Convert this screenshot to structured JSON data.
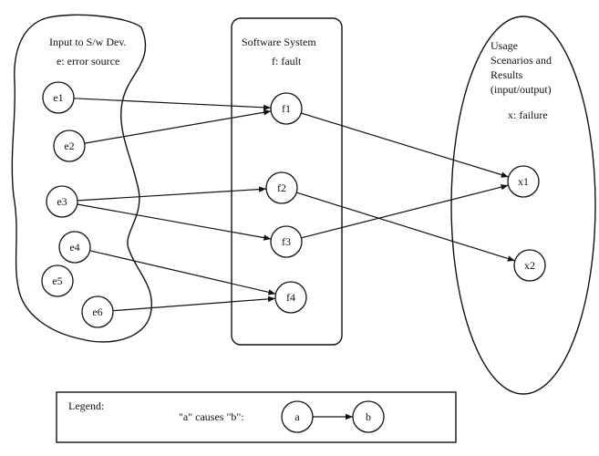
{
  "regions": {
    "input": {
      "title": "Input to S/w Dev.",
      "subtitle": "e: error source"
    },
    "software": {
      "title": "Software System",
      "subtitle": "f: fault"
    },
    "usage": {
      "title_lines": [
        "Usage",
        "Scenarios and",
        "Results",
        "(input/output)"
      ],
      "subtitle": "x: failure"
    }
  },
  "nodes": [
    {
      "id": "e1",
      "label": "e1",
      "group": "input"
    },
    {
      "id": "e2",
      "label": "e2",
      "group": "input"
    },
    {
      "id": "e3",
      "label": "e3",
      "group": "input"
    },
    {
      "id": "e4",
      "label": "e4",
      "group": "input"
    },
    {
      "id": "e5",
      "label": "e5",
      "group": "input"
    },
    {
      "id": "e6",
      "label": "e6",
      "group": "input"
    },
    {
      "id": "f1",
      "label": "f1",
      "group": "software"
    },
    {
      "id": "f2",
      "label": "f2",
      "group": "software"
    },
    {
      "id": "f3",
      "label": "f3",
      "group": "software"
    },
    {
      "id": "f4",
      "label": "f4",
      "group": "software"
    },
    {
      "id": "x1",
      "label": "x1",
      "group": "usage"
    },
    {
      "id": "x2",
      "label": "x2",
      "group": "usage"
    }
  ],
  "edges": [
    {
      "from": "e1",
      "to": "f1"
    },
    {
      "from": "e2",
      "to": "f1"
    },
    {
      "from": "e3",
      "to": "f2"
    },
    {
      "from": "e3",
      "to": "f3"
    },
    {
      "from": "e4",
      "to": "f4"
    },
    {
      "from": "e6",
      "to": "f4"
    },
    {
      "from": "f1",
      "to": "x1"
    },
    {
      "from": "f2",
      "to": "x2"
    },
    {
      "from": "f3",
      "to": "x1"
    }
  ],
  "legend": {
    "title": "Legend:",
    "caption": "\"a\" causes \"b\":",
    "from_label": "a",
    "to_label": "b"
  }
}
